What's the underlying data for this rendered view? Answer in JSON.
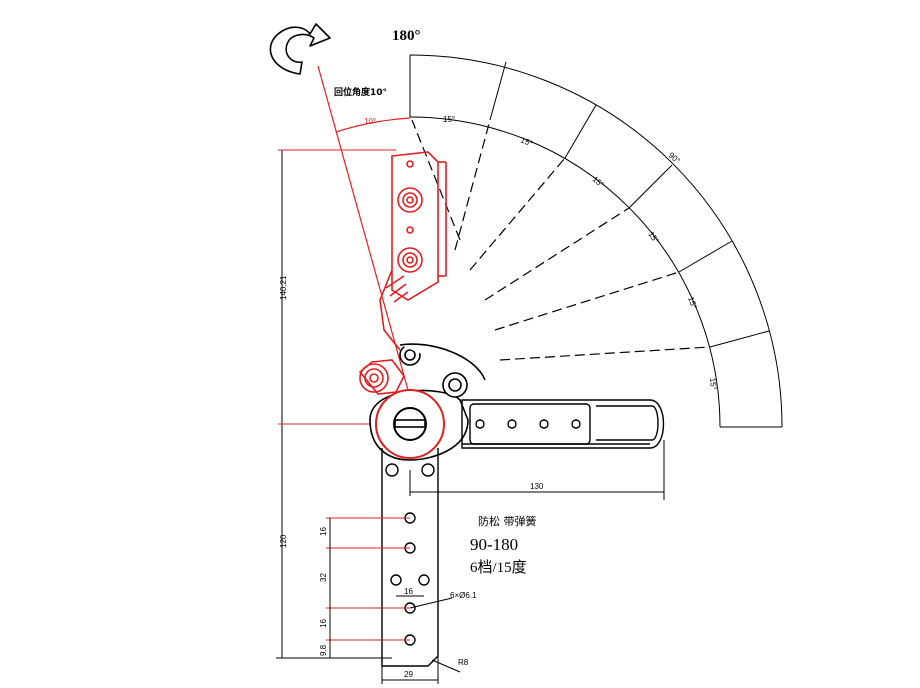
{
  "labels": {
    "angle_max": "180°",
    "return_angle": "回位角度10°",
    "return_angle_dim": "10°",
    "step_15": "15°",
    "angle_90": "90°"
  },
  "dimensions": {
    "height_top": "140.21",
    "height_bottom": "120",
    "width_arm": "130",
    "width_bar": "29",
    "hole_spacing_1": "16",
    "hole_spacing_2": "32",
    "hole_spacing_3": "16",
    "bottom_offset": "9.8",
    "hole_pitch": "16",
    "holes": "6×Ø6.1",
    "radius": "R8"
  },
  "notes": {
    "line1": "防松  带弹簧",
    "line2": "90-180",
    "line3": "6档/15度"
  },
  "colors": {
    "line": "#000000",
    "highlight": "#e02020"
  },
  "icons": {
    "rotation": "rotate-arrow-icon"
  }
}
